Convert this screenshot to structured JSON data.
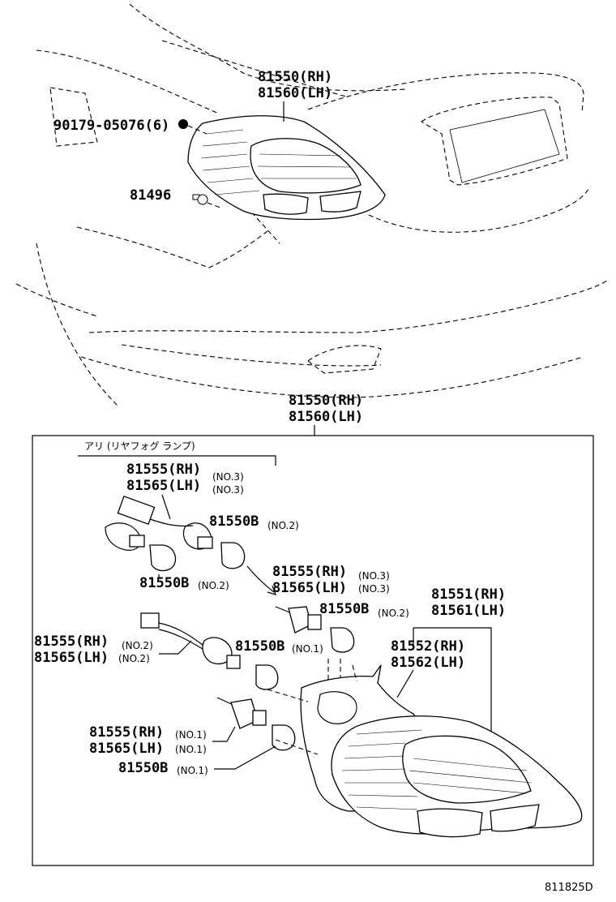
{
  "labels": {
    "top_rh": "81550(RH)",
    "top_lh": "81560(LH)",
    "nut_code": "90179-05076(6)",
    "screw_code": "81496",
    "box_rh": "81550(RH)",
    "box_lh": "81560(LH)",
    "fog_note": "アリ (リヤフォグ ランプ)",
    "sock3_rh": "81555(RH)",
    "sock3_rh_no": "(NO.3)",
    "sock3_lh": "81565(LH)",
    "sock3_lh_no": "(NO.3)",
    "bulb_b2a": "81550B",
    "bulb_b2a_no": "(NO.2)",
    "bulb_b2b": "81550B",
    "bulb_b2b_no": "(NO.2)",
    "sock3b_rh": "81555(RH)",
    "sock3b_rh_no": "(NO.3)",
    "sock3b_lh": "81565(LH)",
    "sock3b_lh_no": "(NO.3)",
    "bulb_b2c": "81550B",
    "bulb_b2c_no": "(NO.2)",
    "lens_rh": "81551(RH)",
    "lens_lh": "81561(LH)",
    "sock2_rh": "81555(RH)",
    "sock2_rh_no": "(NO.2)",
    "sock2_lh": "81565(LH)",
    "sock2_lh_no": "(NO.2)",
    "bulb_b1a": "81550B",
    "bulb_b1a_no": "(NO.1)",
    "housing_rh": "81552(RH)",
    "housing_lh": "81562(LH)",
    "sock1_rh": "81555(RH)",
    "sock1_rh_no": "(NO.1)",
    "sock1_lh": "81565(LH)",
    "sock1_lh_no": "(NO.1)",
    "bulb_b1b": "81550B",
    "bulb_b1b_no": "(NO.1)",
    "figure_code": "811825D"
  }
}
